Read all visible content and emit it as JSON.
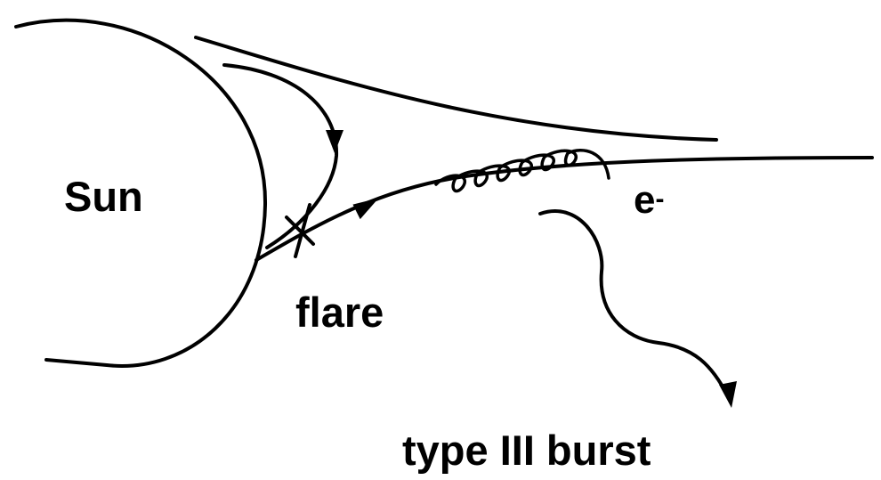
{
  "labels": {
    "sun": "Sun",
    "flare": "flare",
    "electron": "e",
    "electron_charge": "-",
    "burst": "type III burst"
  },
  "colors": {
    "ink": "#000000",
    "background": "#ffffff"
  }
}
